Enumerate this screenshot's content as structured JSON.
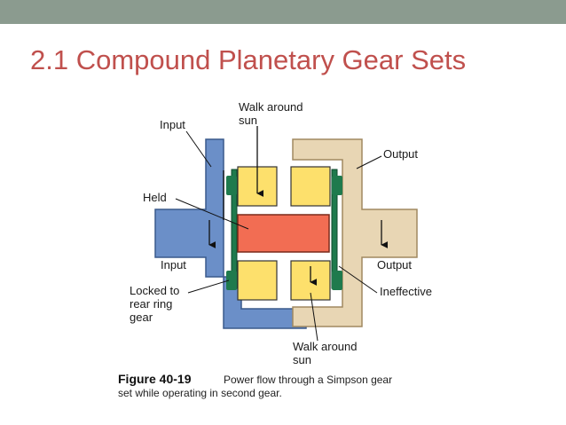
{
  "slide": {
    "title": "2.1 Compound Planetary Gear Sets",
    "top_bar_color": "#8b9b8f",
    "title_color": "#c0504d"
  },
  "diagram": {
    "labels": {
      "walk_top_line1": "Walk around",
      "walk_top_line2": "sun",
      "input_top": "Input",
      "output_top": "Output",
      "held": "Held",
      "input_bottom": "Input",
      "output_bottom": "Output",
      "locked_line1": "Locked to",
      "locked_line2": "rear ring",
      "locked_line3": "gear",
      "ineffective": "Ineffective",
      "walk_bottom_line1": "Walk around",
      "walk_bottom_line2": "sun"
    },
    "colors": {
      "input_member": "#6b8fc8",
      "output_member": "#e8d6b4",
      "sun_gear": "#f26d53",
      "planet_gear": "#fde06c",
      "carrier": "#1f7a4d"
    }
  },
  "caption": {
    "figure": "Figure 40-19",
    "line1": "Power flow through a Simpson gear",
    "line2": "set while operating in second gear."
  }
}
